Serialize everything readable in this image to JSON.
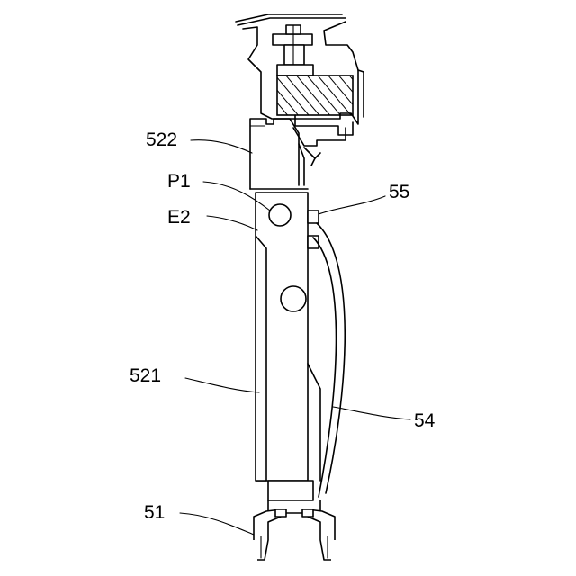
{
  "figure": {
    "labels": {
      "l522": "522",
      "p1": "P1",
      "e2": "E2",
      "l55": "55",
      "l521": "521",
      "l54": "54",
      "l51": "51"
    }
  }
}
